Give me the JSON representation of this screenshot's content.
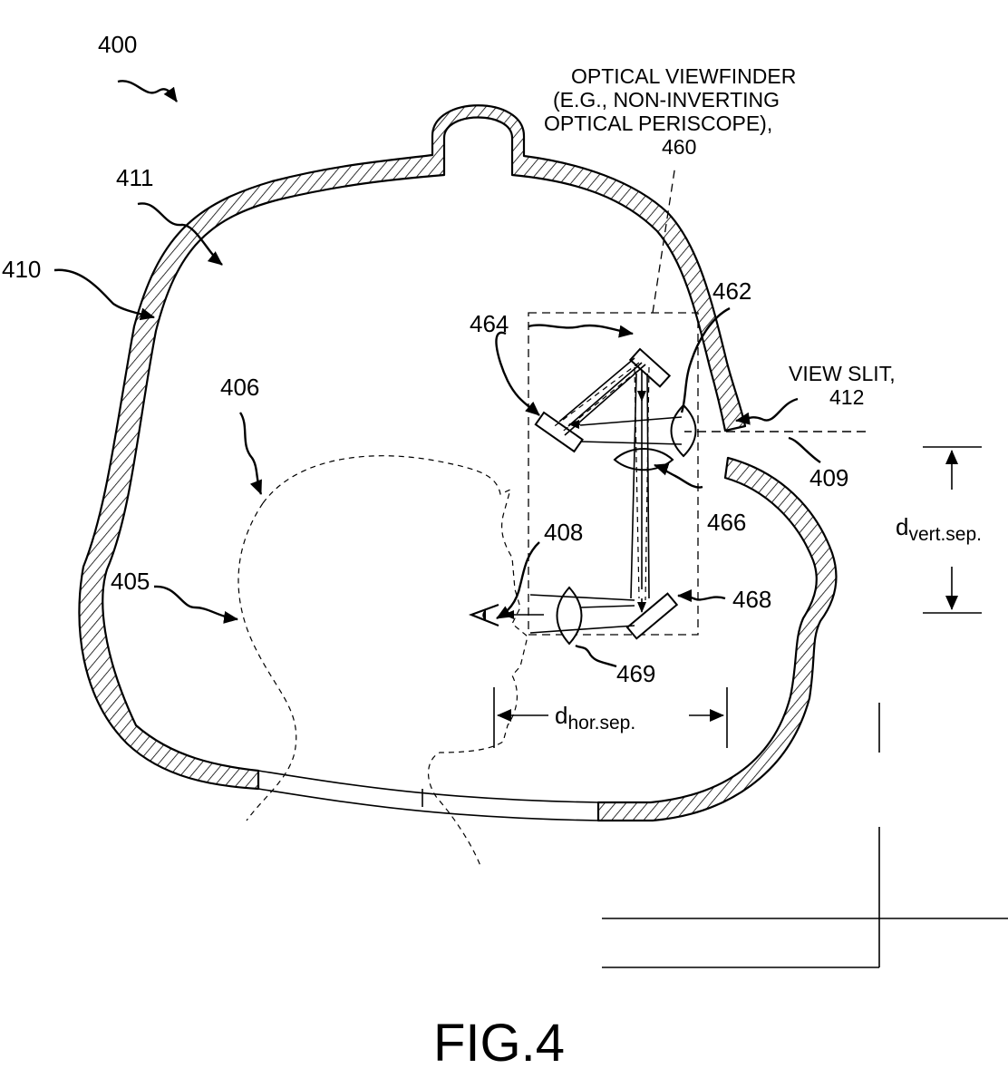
{
  "figure": {
    "caption": "FIG.4",
    "ref_device": "400",
    "ref_head": "405",
    "ref_face_outline": "406",
    "ref_eye": "408",
    "ref_axis": "409",
    "ref_housing": "410",
    "ref_interior": "411",
    "ref_mirror_upper_lens": "462",
    "ref_mirrors": "464",
    "ref_mid_lens": "466",
    "ref_lower_mirror": "468",
    "ref_eye_lens": "469",
    "viewfinder_label_line1": "OPTICAL VIEWFINDER",
    "viewfinder_label_line2": "(E.G., NON-INVERTING",
    "viewfinder_label_line3": "OPTICAL PERISCOPE),",
    "viewfinder_ref": "460",
    "view_slit_label": "VIEW SLIT,",
    "view_slit_ref": "412",
    "dim_vertical_base": "d",
    "dim_vertical_sub": "vert.sep.",
    "dim_horizontal_base": "d",
    "dim_horizontal_sub": "hor.sep."
  }
}
